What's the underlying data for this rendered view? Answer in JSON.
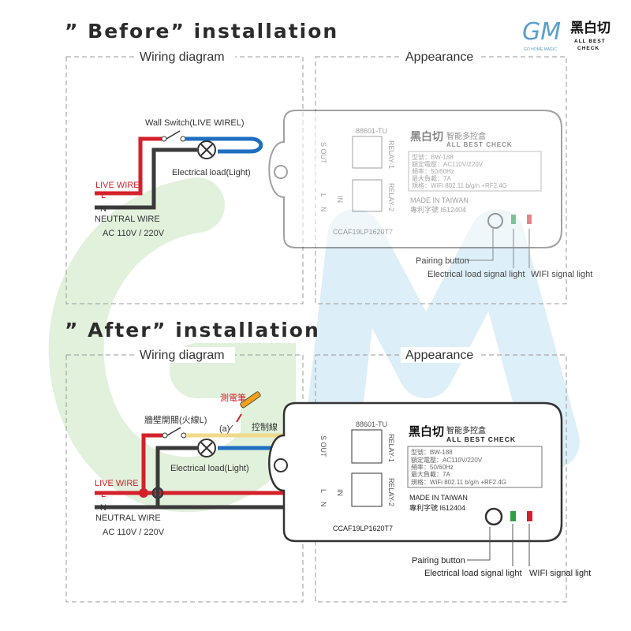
{
  "brand": {
    "logo_mark": "GM",
    "logo_tagline": "GO HOME MAGIC",
    "logo_cn": "黑白切",
    "logo_en_line1": "ALL BEST",
    "logo_en_line2": "CHECK"
  },
  "before": {
    "title": "” Before” installation",
    "panel_wiring": "Wiring diagram",
    "panel_appearance": "Appearance",
    "wall_switch": "Wall Switch(LIVE WIREL)",
    "load": "Electrical load(Light)",
    "live_wire": "LIVE WIRE",
    "l": "L",
    "n": "N",
    "neutral_wire": "NEUTRAL WIRE",
    "ac": "AC 110V / 220V"
  },
  "after": {
    "title": "” After” installation",
    "panel_wiring": "Wiring diagram",
    "panel_appearance": "Appearance",
    "tester": "測電筆",
    "wall_switch": "牆壁開關(火線L)",
    "a": "(a)",
    "control_wire": "控制線",
    "load": "Electrical load(Light)",
    "live_wire": "LIVE WIRE",
    "l": "L",
    "n": "N",
    "neutral_wire": "NEUTRAL WIRE",
    "ac": "AC 110V / 220V"
  },
  "device": {
    "model_code": "88601-TU",
    "relay1": "RELAY-1",
    "relay2": "RELAY-2",
    "s_out": "S OUT",
    "in": "IN",
    "l": "L",
    "n": "N",
    "brand_cn": "黑白切",
    "product_cn": "智能多控盒",
    "brand_en": "ALL BEST CHECK",
    "spec1": "型號：BW-188",
    "spec2": "額定電壓：AC110V/220V",
    "spec3": "頻率：50/60Hz",
    "spec4": "最大負載：7A",
    "spec5": "規格：WiFi 802.11 b/g/n  +RF2.4G",
    "made_in": "MADE IN TAIWAN",
    "patent": "專利字號 I612404",
    "cert": "CCAF19LP1620T7",
    "pairing": "Pairing button",
    "load_signal": "Electrical load signal light",
    "wifi_signal": "WIFI signal light"
  },
  "colors": {
    "live": "#d4202a",
    "neutral": "#3a3a3a",
    "load": "#1f6fc0",
    "control": "#f0d98a",
    "led_green": "#2ea043",
    "led_red": "#d4202a",
    "watermark_green": "#a9d69a",
    "watermark_blue": "#9ed0ea"
  }
}
